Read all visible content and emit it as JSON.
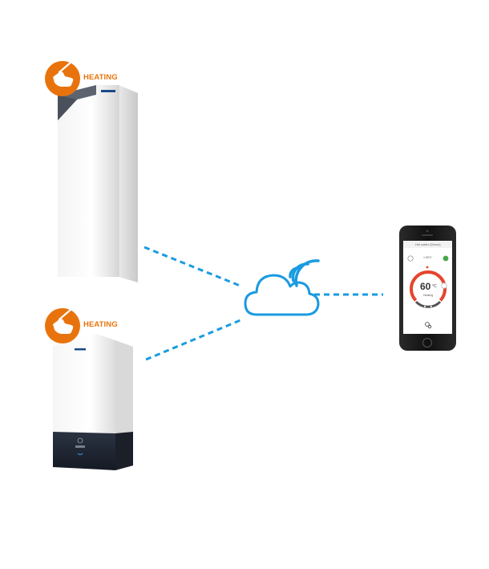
{
  "units": [
    {
      "badge_label": "HEATING"
    },
    {
      "badge_label": "HEATING"
    }
  ],
  "phone": {
    "screen_title": "Hot water (Demo)",
    "status_row": "≡ 50°C",
    "temperature": "60",
    "temperature_unit": "°C",
    "mode": "Heating"
  },
  "colors": {
    "accent_orange": "#e8730c",
    "link_blue": "#1a9be0",
    "dial_red": "#e5452d"
  }
}
